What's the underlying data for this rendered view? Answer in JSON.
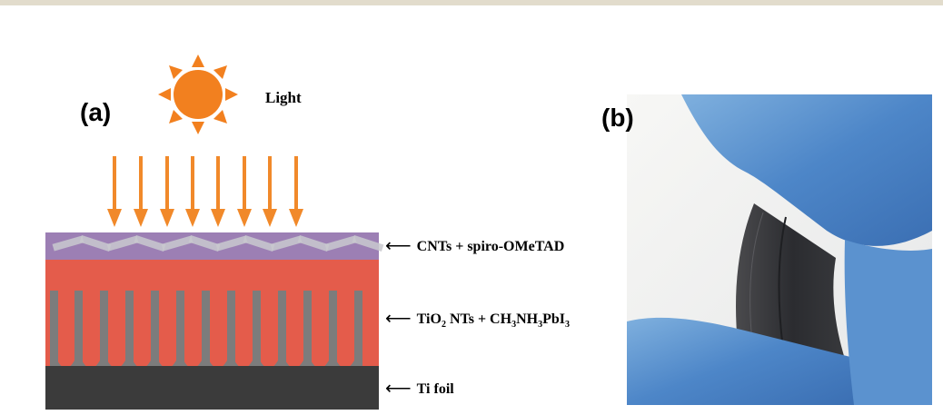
{
  "panel_a": {
    "label": "(a)",
    "light_label": "Light",
    "layers": [
      {
        "text": "CNTs + spiro-OMeTAD"
      },
      {
        "text": "TiO2 NTs + CH3NH3PbI3"
      },
      {
        "text": "Ti foil"
      }
    ],
    "colors": {
      "sun": "#f2801f",
      "arrow": "#f1892a",
      "spiro_layer": "#9c7fb4",
      "perovskite": "#e45c4b",
      "tio2_tubes": "#7c7c7c",
      "ti_foil": "#3b3b3b",
      "rule": "#d8d0bd"
    }
  },
  "panel_b": {
    "label": "(b)"
  }
}
